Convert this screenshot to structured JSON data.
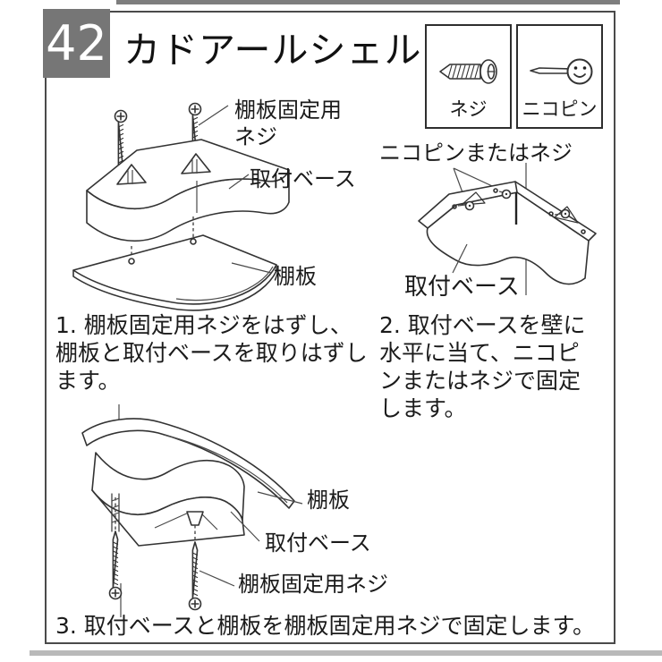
{
  "header": {
    "number": "42",
    "title": "カドアールシェルフ"
  },
  "legend": {
    "items": [
      {
        "icon": "screw-icon",
        "label": "ネジ"
      },
      {
        "icon": "nicopin-icon",
        "label": "ニコピン"
      }
    ]
  },
  "steps": [
    {
      "text": "1. 棚板固定用ネジをはずし、棚板と取付ベースを取りはずします。",
      "labels": {
        "screw_line1": "棚板固定用",
        "screw_line2": "ネジ",
        "base": "取付ベース",
        "shelf": "棚板"
      }
    },
    {
      "text": "2. 取付ベースを壁に水平に当て、ニコピンまたはネジで固定します。",
      "labels": {
        "pin": "ニコピンまたはネジ",
        "base": "取付ベース"
      }
    },
    {
      "text": "3. 取付ベースと棚板を棚板固定用ネジで固定します。",
      "labels": {
        "shelf": "棚板",
        "base": "取付ベース",
        "screw": "棚板固定用ネジ"
      }
    }
  ],
  "colors": {
    "number_box": "#767676",
    "top_bar": "#7e7e7e",
    "bottom_bar": "#b9b9b9",
    "line": "#333333",
    "text": "#1b1b1b"
  }
}
